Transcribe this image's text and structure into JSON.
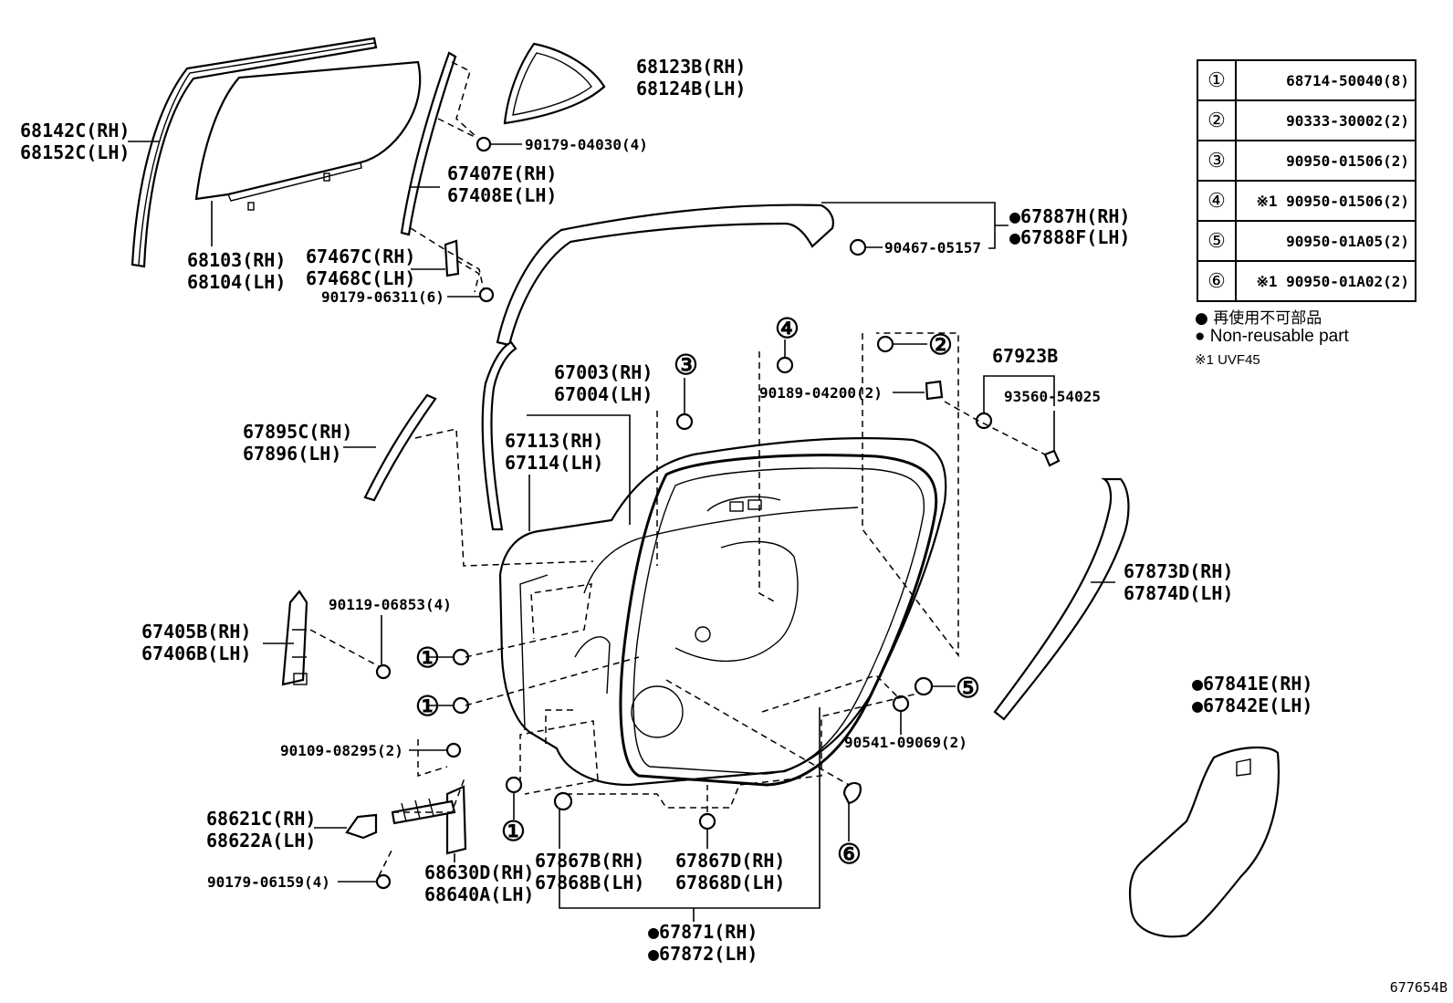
{
  "labels": {
    "p68142": [
      "68142C(RH)",
      "68152C(LH)"
    ],
    "p68103": [
      "68103(RH)",
      "68104(LH)"
    ],
    "p68123": [
      "68123B(RH)",
      "68124B(LH)"
    ],
    "p90179a": "90179-04030(4)",
    "p67407": [
      "67407E(RH)",
      "67408E(LH)"
    ],
    "p67467": [
      "67467C(RH)",
      "67468C(LH)"
    ],
    "p90179b": "90179-06311(6)",
    "p67887": [
      "●67887H(RH)",
      "●67888F(LH)"
    ],
    "p90467": "90467-05157",
    "p67003": [
      "67003(RH)",
      "67004(LH)"
    ],
    "p67113": [
      "67113(RH)",
      "67114(LH)"
    ],
    "p90189": "90189-04200(2)",
    "p67923": "67923B",
    "p93560": "93560-54025",
    "p67895": [
      "67895C(RH)",
      "67896(LH)"
    ],
    "p90119": "90119-06853(4)",
    "p67405": [
      "67405B(RH)",
      "67406B(LH)"
    ],
    "p67873": [
      "67873D(RH)",
      "67874D(LH)"
    ],
    "p67841": [
      "●67841E(RH)",
      "●67842E(LH)"
    ],
    "p90541": "90541-09069(2)",
    "p90109": "90109-08295(2)",
    "p68621": [
      "68621C(RH)",
      "68622A(LH)"
    ],
    "p68630": [
      "68630D(RH)",
      "68640A(LH)"
    ],
    "p90179c": "90179-06159(4)",
    "p67867b": [
      "67867B(RH)",
      "67868B(LH)"
    ],
    "p67867d": [
      "67867D(RH)",
      "67868D(LH)"
    ],
    "p67871": [
      "●67871(RH)",
      "●67872(LH)"
    ]
  },
  "callouts": {
    "c1": "①",
    "c2": "②",
    "c3": "③",
    "c4": "④",
    "c5": "⑤",
    "c6": "⑥"
  },
  "legend": [
    {
      "key": "①",
      "value": "68714-50040(8)"
    },
    {
      "key": "②",
      "value": "90333-30002(2)"
    },
    {
      "key": "③",
      "value": "90950-01506(2)"
    },
    {
      "key": "④",
      "value": "※1 90950-01506(2)"
    },
    {
      "key": "⑤",
      "value": "90950-01A05(2)"
    },
    {
      "key": "⑥",
      "value": "※1 90950-01A02(2)"
    }
  ],
  "notes": {
    "jp": "● 再使用不可部品",
    "en": "● Non-reusable part",
    "uvf": "※1 UVF45"
  },
  "figure_id": "677654B"
}
